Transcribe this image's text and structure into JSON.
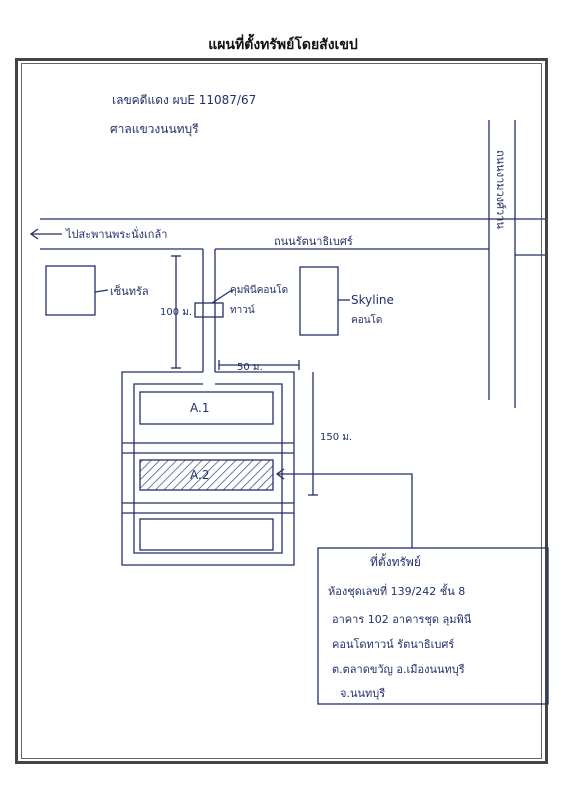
{
  "document": {
    "title": "แผนที่ตั้งทรัพย์โดยสังเขป"
  },
  "map": {
    "header_line1": "เลขคดีแดง ผบE 11087/67",
    "header_line2": "ศาลแขวงนนทบุรี",
    "road_west_arrow_label": "ไปสะพานพระนั่งเกล้า",
    "road_main_label": "ถนนรัตนาธิเบศร์",
    "road_vertical_label": "ถนนงามวงศ์วาน",
    "building_left_label": "เซ็นทรัล",
    "landmark_label_1": "คุมพินีคอนโด",
    "landmark_label_2": "ทาวน์",
    "skyline_label_1": "Skyline",
    "skyline_label_2": "คอนโด",
    "distance_100": "100 ม.",
    "distance_50": "50 ม.",
    "distance_150": "150 ม.",
    "building_a1_label": "A.1",
    "building_a2_label": "A.2"
  },
  "location_box": {
    "title": "ที่ตั้งทรัพย์",
    "line1": "ห้องชุดเลขที่ 139/242 ชั้น 8",
    "line2": "อาคาร 102 อาคารชุด ลุมพินี",
    "line3": "คอนโดทาวน์ รัตนาธิเบศร์",
    "line4": "ต.ตลาดขวัญ อ.เมืองนนทบุรี",
    "line5": "จ.นนทบุรี"
  },
  "colors": {
    "ink": "#23306b",
    "frame": "#444444"
  }
}
